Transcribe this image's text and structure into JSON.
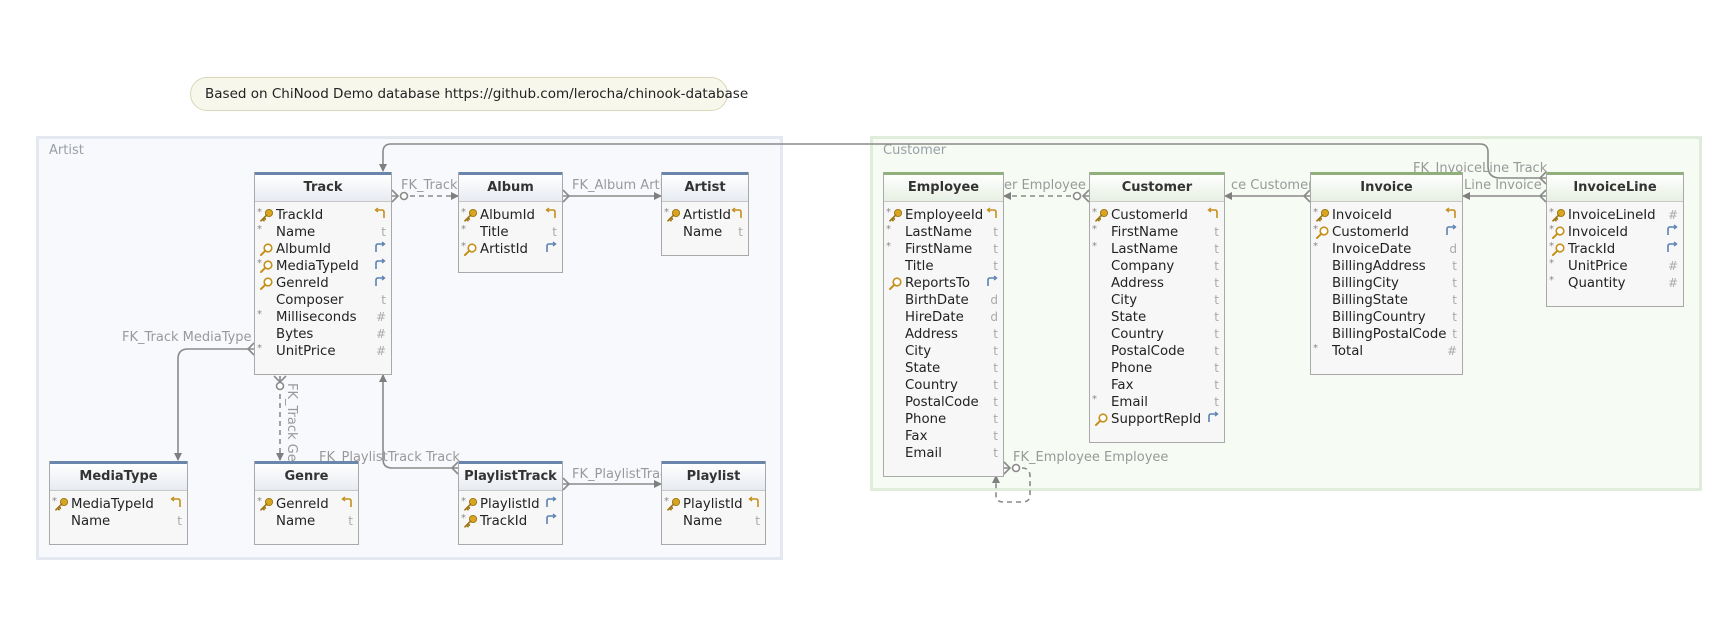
{
  "note": "Based on ChiNood Demo database https://github.com/lerocha/chinook-database",
  "groups": {
    "artist": "Artist",
    "customer": "Customer"
  },
  "labels": {
    "fk_track_album": "FK_Track",
    "fk_album_artist": "FK_Album Artis",
    "fk_track_mediatype": "FK_Track MediaType",
    "fk_track_genre": "FK_Track Ge",
    "fk_playlisttrack_track": "FK_PlaylistTrack Track",
    "fk_playlisttrack_playlist": "FK_PlaylistTrac",
    "fk_customer_employee": "er Employee",
    "fk_invoice_customer": "ce Customer",
    "fk_invoiceline_track": "FK_InvoiceLine Track",
    "fk_invoiceline_invoice": "Line Invoice",
    "fk_employee_employee": "FK_Employee Employee"
  },
  "entities": {
    "track": {
      "title": "Track",
      "columns": [
        {
          "name": "TrackId",
          "icon": "pk",
          "req": true,
          "type": "pkarrow"
        },
        {
          "name": "Name",
          "icon": "",
          "req": true,
          "type": "t"
        },
        {
          "name": "AlbumId",
          "icon": "fk",
          "req": false,
          "type": "fkarrow"
        },
        {
          "name": "MediaTypeId",
          "icon": "fk",
          "req": true,
          "type": "fkarrow"
        },
        {
          "name": "GenreId",
          "icon": "fk",
          "req": false,
          "type": "fkarrow"
        },
        {
          "name": "Composer",
          "icon": "",
          "req": false,
          "type": "t"
        },
        {
          "name": "Milliseconds",
          "icon": "",
          "req": true,
          "type": "#"
        },
        {
          "name": "Bytes",
          "icon": "",
          "req": false,
          "type": "#"
        },
        {
          "name": "UnitPrice",
          "icon": "",
          "req": true,
          "type": "#"
        }
      ]
    },
    "album": {
      "title": "Album",
      "columns": [
        {
          "name": "AlbumId",
          "icon": "pk",
          "req": true,
          "type": "pkarrow"
        },
        {
          "name": "Title",
          "icon": "",
          "req": true,
          "type": "t"
        },
        {
          "name": "ArtistId",
          "icon": "fk",
          "req": true,
          "type": "fkarrow"
        }
      ]
    },
    "artist": {
      "title": "Artist",
      "columns": [
        {
          "name": "ArtistId",
          "icon": "pk",
          "req": true,
          "type": "pkarrow"
        },
        {
          "name": "Name",
          "icon": "",
          "req": false,
          "type": "t"
        }
      ]
    },
    "mediatype": {
      "title": "MediaType",
      "columns": [
        {
          "name": "MediaTypeId",
          "icon": "pk",
          "req": true,
          "type": "pkarrow"
        },
        {
          "name": "Name",
          "icon": "",
          "req": false,
          "type": "t"
        }
      ]
    },
    "genre": {
      "title": "Genre",
      "columns": [
        {
          "name": "GenreId",
          "icon": "pk",
          "req": true,
          "type": "pkarrow"
        },
        {
          "name": "Name",
          "icon": "",
          "req": false,
          "type": "t"
        }
      ]
    },
    "playlisttrack": {
      "title": "PlaylistTrack",
      "columns": [
        {
          "name": "PlaylistId",
          "icon": "pk",
          "req": true,
          "type": "fkarrow"
        },
        {
          "name": "TrackId",
          "icon": "pk",
          "req": true,
          "type": "fkarrow"
        }
      ]
    },
    "playlist": {
      "title": "Playlist",
      "columns": [
        {
          "name": "PlaylistId",
          "icon": "pk",
          "req": true,
          "type": "pkarrow"
        },
        {
          "name": "Name",
          "icon": "",
          "req": false,
          "type": "t"
        }
      ]
    },
    "employee": {
      "title": "Employee",
      "columns": [
        {
          "name": "EmployeeId",
          "icon": "pk",
          "req": true,
          "type": "pkarrow"
        },
        {
          "name": "LastName",
          "icon": "",
          "req": true,
          "type": "t"
        },
        {
          "name": "FirstName",
          "icon": "",
          "req": true,
          "type": "t"
        },
        {
          "name": "Title",
          "icon": "",
          "req": false,
          "type": "t"
        },
        {
          "name": "ReportsTo",
          "icon": "fk",
          "req": false,
          "type": "fkarrow"
        },
        {
          "name": "BirthDate",
          "icon": "",
          "req": false,
          "type": "d"
        },
        {
          "name": "HireDate",
          "icon": "",
          "req": false,
          "type": "d"
        },
        {
          "name": "Address",
          "icon": "",
          "req": false,
          "type": "t"
        },
        {
          "name": "City",
          "icon": "",
          "req": false,
          "type": "t"
        },
        {
          "name": "State",
          "icon": "",
          "req": false,
          "type": "t"
        },
        {
          "name": "Country",
          "icon": "",
          "req": false,
          "type": "t"
        },
        {
          "name": "PostalCode",
          "icon": "",
          "req": false,
          "type": "t"
        },
        {
          "name": "Phone",
          "icon": "",
          "req": false,
          "type": "t"
        },
        {
          "name": "Fax",
          "icon": "",
          "req": false,
          "type": "t"
        },
        {
          "name": "Email",
          "icon": "",
          "req": false,
          "type": "t"
        }
      ]
    },
    "customer": {
      "title": "Customer",
      "columns": [
        {
          "name": "CustomerId",
          "icon": "pk",
          "req": true,
          "type": "pkarrow"
        },
        {
          "name": "FirstName",
          "icon": "",
          "req": true,
          "type": "t"
        },
        {
          "name": "LastName",
          "icon": "",
          "req": true,
          "type": "t"
        },
        {
          "name": "Company",
          "icon": "",
          "req": false,
          "type": "t"
        },
        {
          "name": "Address",
          "icon": "",
          "req": false,
          "type": "t"
        },
        {
          "name": "City",
          "icon": "",
          "req": false,
          "type": "t"
        },
        {
          "name": "State",
          "icon": "",
          "req": false,
          "type": "t"
        },
        {
          "name": "Country",
          "icon": "",
          "req": false,
          "type": "t"
        },
        {
          "name": "PostalCode",
          "icon": "",
          "req": false,
          "type": "t"
        },
        {
          "name": "Phone",
          "icon": "",
          "req": false,
          "type": "t"
        },
        {
          "name": "Fax",
          "icon": "",
          "req": false,
          "type": "t"
        },
        {
          "name": "Email",
          "icon": "",
          "req": true,
          "type": "t"
        },
        {
          "name": "SupportRepId",
          "icon": "fk",
          "req": false,
          "type": "fkarrow"
        }
      ]
    },
    "invoice": {
      "title": "Invoice",
      "columns": [
        {
          "name": "InvoiceId",
          "icon": "pk",
          "req": true,
          "type": "pkarrow"
        },
        {
          "name": "CustomerId",
          "icon": "fk",
          "req": true,
          "type": "fkarrow"
        },
        {
          "name": "InvoiceDate",
          "icon": "",
          "req": true,
          "type": "d"
        },
        {
          "name": "BillingAddress",
          "icon": "",
          "req": false,
          "type": "t"
        },
        {
          "name": "BillingCity",
          "icon": "",
          "req": false,
          "type": "t"
        },
        {
          "name": "BillingState",
          "icon": "",
          "req": false,
          "type": "t"
        },
        {
          "name": "BillingCountry",
          "icon": "",
          "req": false,
          "type": "t"
        },
        {
          "name": "BillingPostalCode",
          "icon": "",
          "req": false,
          "type": "t"
        },
        {
          "name": "Total",
          "icon": "",
          "req": true,
          "type": "#"
        }
      ]
    },
    "invoiceline": {
      "title": "InvoiceLine",
      "columns": [
        {
          "name": "InvoiceLineId",
          "icon": "pk",
          "req": true,
          "type": "#"
        },
        {
          "name": "InvoiceId",
          "icon": "fk",
          "req": true,
          "type": "fkarrow"
        },
        {
          "name": "TrackId",
          "icon": "fk",
          "req": true,
          "type": "fkarrow"
        },
        {
          "name": "UnitPrice",
          "icon": "",
          "req": true,
          "type": "#"
        },
        {
          "name": "Quantity",
          "icon": "",
          "req": true,
          "type": "#"
        }
      ]
    }
  }
}
